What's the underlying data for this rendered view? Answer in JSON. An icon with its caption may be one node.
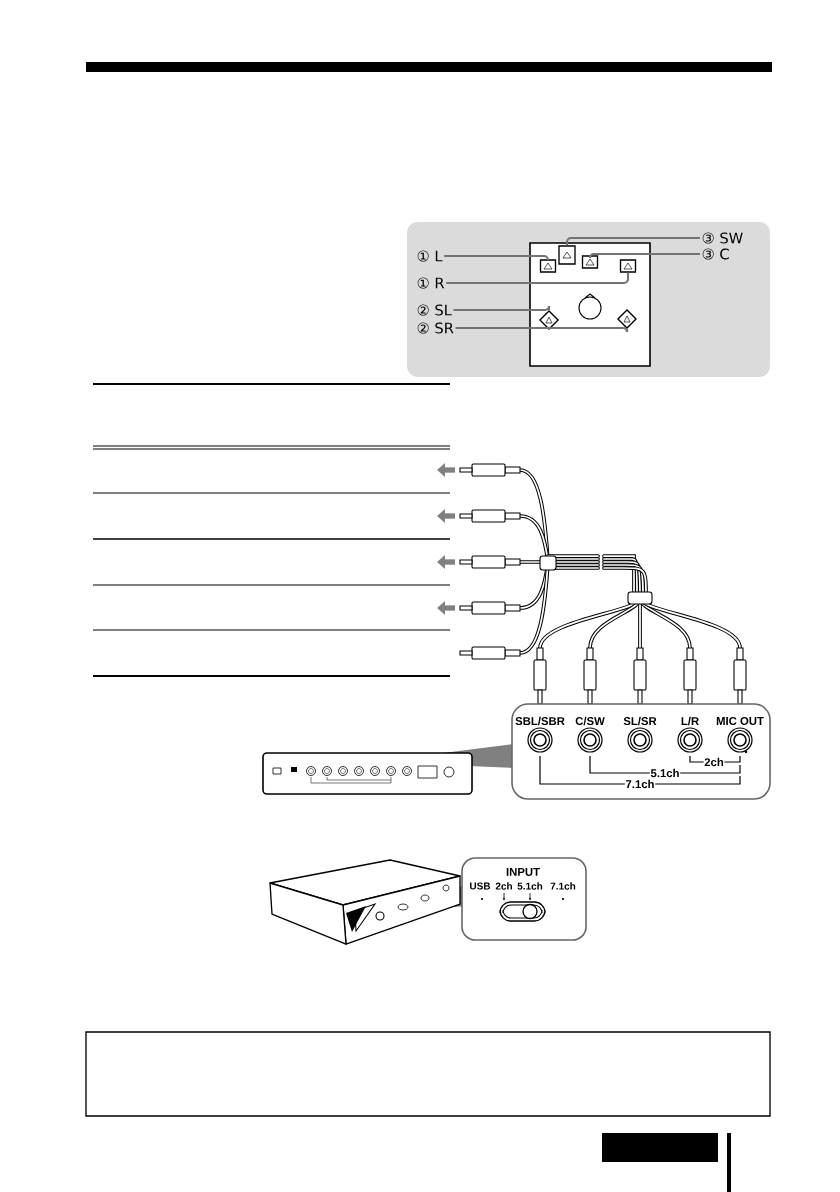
{
  "diagram": {
    "nodes": [
      {
        "text": [
          "③ SW"
        ]
      },
      {
        "text": [
          "① L"
        ]
      },
      {
        "text": [
          "③ C"
        ]
      },
      {
        "text": [
          "① R"
        ]
      },
      {
        "text": [
          "② SL"
        ]
      },
      {
        "text": [
          "② SR"
        ]
      },
      {
        "text": [],
        "shape": "box"
      },
      {
        "text": [],
        "shape": "box"
      },
      {
        "text": [],
        "shape": "box"
      },
      {
        "text": [],
        "shape": "box"
      },
      {
        "text": [],
        "shape": "diamond"
      },
      {
        "text": [],
        "shape": "diamond"
      }
    ],
    "edges": [
      {
        "from": 0,
        "to": 7,
        "arrow": "none"
      },
      {
        "from": 1,
        "to": 6,
        "arrow": "none"
      },
      {
        "from": 2,
        "to": 8,
        "arrow": "none"
      },
      {
        "from": 3,
        "to": 9,
        "arrow": "none"
      },
      {
        "from": 4,
        "to": 10,
        "arrow": "none"
      },
      {
        "from": 5,
        "to": 11,
        "arrow": "none"
      }
    ],
    "labels": [
      "SBL/SBR",
      "C/SW",
      "SL/SR",
      "L/R",
      "MIC OUT",
      "2ch",
      "5.1ch",
      "7.1ch",
      "INPUT",
      "USB",
      "2ch",
      "5.1ch",
      "7.1ch"
    ]
  }
}
